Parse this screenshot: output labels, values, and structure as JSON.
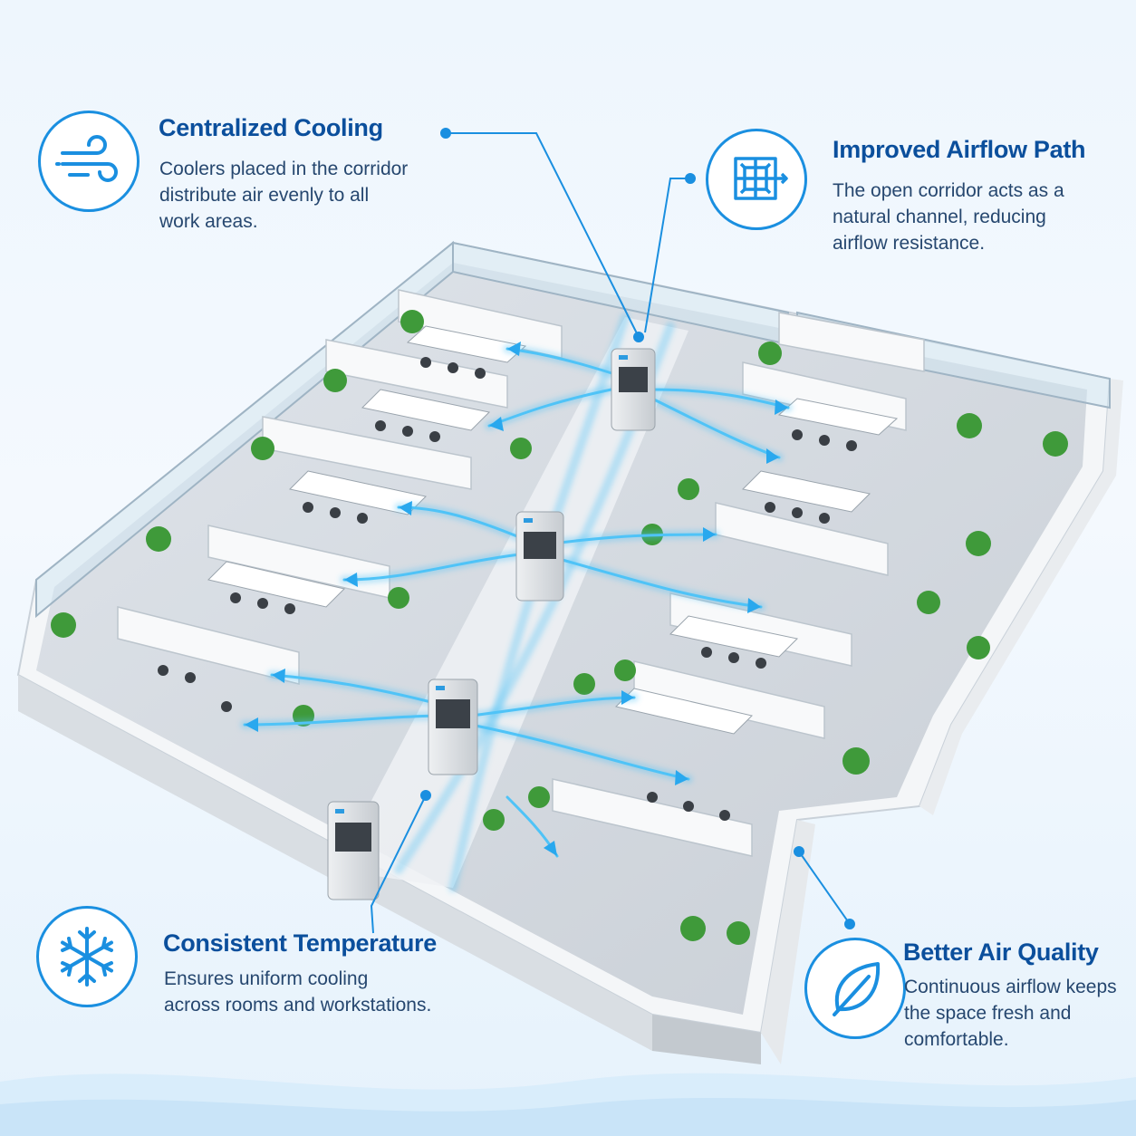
{
  "callouts": {
    "centralized": {
      "title": "Centralized Cooling",
      "lines": [
        "Coolers placed in the corridor",
        "distribute air evenly to all",
        "work areas."
      ],
      "icon": "wind-icon"
    },
    "airflow": {
      "title": "Improved Airflow Path",
      "lines": [
        "The open corridor acts as a",
        "natural channel, reducing",
        "airflow resistance."
      ],
      "icon": "airflow-path-icon"
    },
    "temperature": {
      "title": "Consistent Temperature",
      "lines": [
        "Ensures uniform cooling",
        "across rooms and workstations."
      ],
      "icon": "snowflake-icon"
    },
    "air_quality": {
      "title": "Better Air Quality",
      "lines": [
        "Continuous airflow keeps",
        "the space fresh and",
        "comfortable."
      ],
      "icon": "leaf-icon"
    }
  },
  "colors": {
    "accent": "#1a8fe0",
    "title": "#0b4f9c",
    "body": "#26476f",
    "airflow": "#4fc3f7"
  }
}
